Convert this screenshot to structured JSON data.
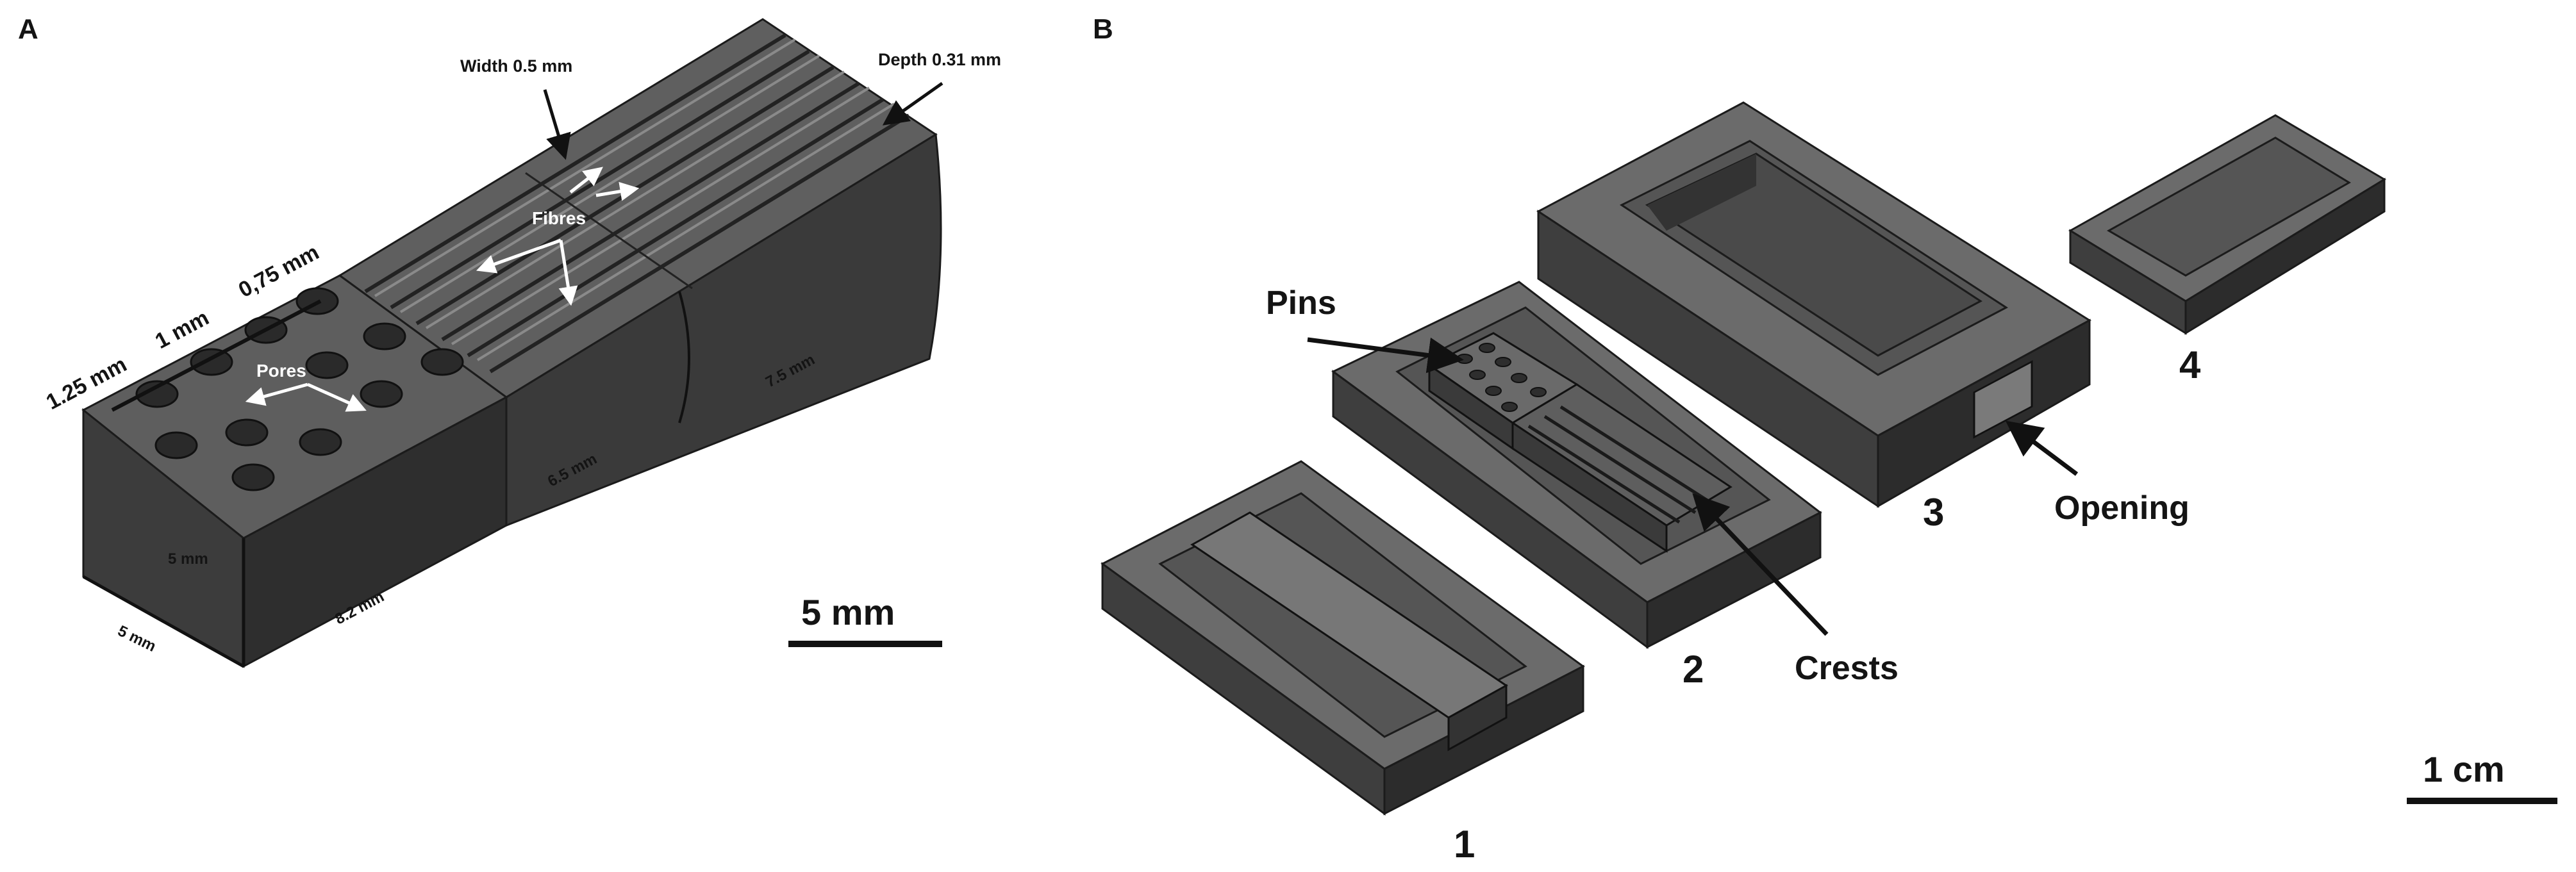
{
  "panel_a": {
    "letter": "A",
    "dims": {
      "width": "Width 0.5 mm",
      "depth": "Depth 0.31 mm",
      "pore_spacing_1": "1.25 mm",
      "pore_spacing_2": "1 mm",
      "pore_spacing_3": "0,75 mm",
      "height": "5 mm",
      "base_width": "5 mm",
      "length_1": "8.2 mm",
      "length_2": "6.5 mm",
      "length_3": "7.5 mm"
    },
    "callouts": {
      "fibres": "Fibres",
      "pores": "Pores"
    },
    "scale_bar": "5 mm"
  },
  "panel_b": {
    "letter": "B",
    "part_numbers": [
      "1",
      "2",
      "3",
      "4"
    ],
    "callouts": {
      "pins": "Pins",
      "crests": "Crests",
      "opening": "Opening"
    },
    "scale_bar": "1 cm"
  },
  "colors": {
    "solid_top": "#6b6b6b",
    "solid_left": "#3e3e3e",
    "solid_right": "#2c2c2c",
    "recess": "#555555",
    "line": "#1b1b1b"
  }
}
